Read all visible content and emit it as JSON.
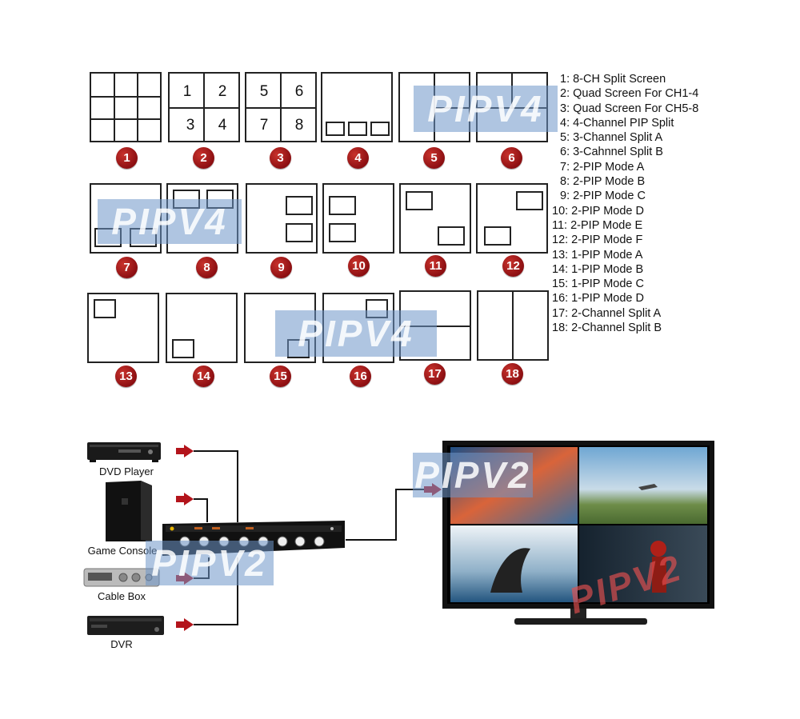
{
  "modes": [
    {
      "id": "1",
      "label": "1: 8-CH Split Screen"
    },
    {
      "id": "2",
      "label": "2: Quad Screen For CH1-4"
    },
    {
      "id": "3",
      "label": "3: Quad Screen For CH5-8"
    },
    {
      "id": "4",
      "label": "4: 4-Channel PIP Split"
    },
    {
      "id": "5",
      "label": "5: 3-Channel Split A"
    },
    {
      "id": "6",
      "label": "6: 3-Cahnnel Split B"
    },
    {
      "id": "7",
      "label": "7: 2-PIP Mode A"
    },
    {
      "id": "8",
      "label": "8: 2-PIP Mode B"
    },
    {
      "id": "9",
      "label": "9: 2-PIP Mode C"
    },
    {
      "id": "10",
      "label": "10: 2-PIP Mode D"
    },
    {
      "id": "11",
      "label": "11: 2-PIP Mode E"
    },
    {
      "id": "12",
      "label": "12: 2-PIP Mode F"
    },
    {
      "id": "13",
      "label": "13: 1-PIP Mode A"
    },
    {
      "id": "14",
      "label": "14: 1-PIP Mode B"
    },
    {
      "id": "15",
      "label": "15: 1-PIP Mode C"
    },
    {
      "id": "16",
      "label": "16: 1-PIP Mode D"
    },
    {
      "id": "17",
      "label": "17: 2-Channel Split A"
    },
    {
      "id": "18",
      "label": "18: 2-Channel Split B"
    }
  ],
  "quad_numbers": {
    "ch1_4": [
      "1",
      "2",
      "3",
      "4"
    ],
    "ch5_8": [
      "5",
      "6",
      "7",
      "8"
    ]
  },
  "watermark": "PIPV4",
  "watermark2": "PIPV2",
  "devices": {
    "dvd": "DVD Player",
    "game": "Game Console",
    "cable": "Cable Box",
    "dvr": "DVR"
  },
  "colors": {
    "badge": "#a3161b",
    "arrow": "#b3141b",
    "watermark": "#6e96c8"
  }
}
